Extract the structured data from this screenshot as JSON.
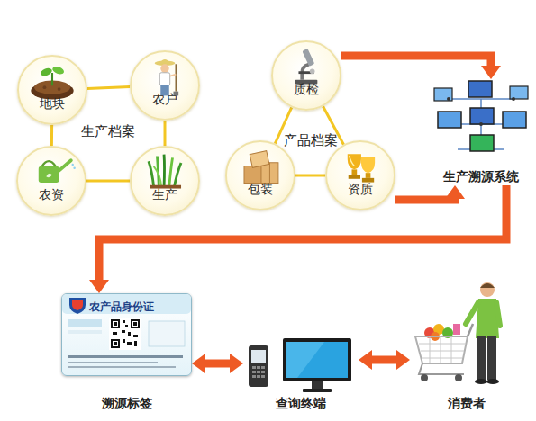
{
  "diagram": {
    "nodes": [
      {
        "text": [
          "地块"
        ]
      },
      {
        "text": [
          "农户"
        ]
      },
      {
        "text": [
          "农资"
        ]
      },
      {
        "text": [
          "生产"
        ]
      },
      {
        "text": [
          "质检"
        ]
      },
      {
        "text": [
          "包装"
        ]
      },
      {
        "text": [
          "资质"
        ]
      },
      {
        "text": [
          "生产溯源系统"
        ]
      },
      {
        "text": [
          "农产品身份证",
          "溯源标签"
        ]
      },
      {
        "text": [
          "查询终端"
        ]
      },
      {
        "text": [
          "消费者"
        ]
      }
    ],
    "edges": [
      {
        "from": 0,
        "to": 1,
        "arrow": "none"
      },
      {
        "from": 0,
        "to": 2,
        "arrow": "none"
      },
      {
        "from": 1,
        "to": 3,
        "arrow": "none"
      },
      {
        "from": 2,
        "to": 3,
        "arrow": "none"
      },
      {
        "from": 4,
        "to": 5,
        "arrow": "none"
      },
      {
        "from": 4,
        "to": 6,
        "arrow": "none"
      },
      {
        "from": 5,
        "to": 6,
        "arrow": "none"
      },
      {
        "from": 4,
        "to": 7,
        "arrow": "to"
      },
      {
        "from": 6,
        "to": 7,
        "arrow": "to"
      },
      {
        "from": 7,
        "to": 8,
        "arrow": "to"
      },
      {
        "from": 8,
        "to": 9,
        "arrow": "both"
      },
      {
        "from": 9,
        "to": 10,
        "arrow": "both"
      }
    ],
    "labels": [
      "生产档案",
      "产品档案"
    ]
  }
}
